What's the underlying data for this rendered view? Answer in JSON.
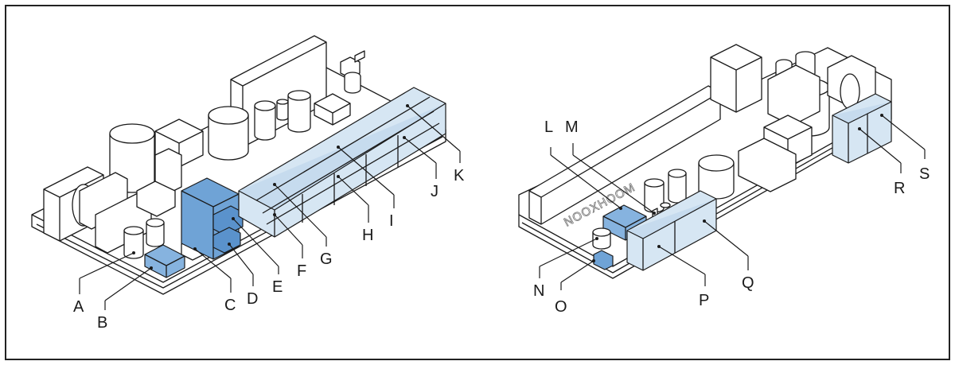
{
  "colors": {
    "highlight_light": "#d6e6f3",
    "highlight_medium": "#6fa3d6",
    "outline": "#1a1a1a",
    "background": "#ffffff"
  },
  "board_silkscreen": "NOOXHOOM",
  "left_board": {
    "callouts": [
      "A",
      "B",
      "C",
      "D",
      "E",
      "F",
      "G",
      "H",
      "I",
      "J",
      "K"
    ]
  },
  "right_board": {
    "callouts": [
      "L",
      "M",
      "N",
      "O",
      "P",
      "Q",
      "R",
      "S"
    ]
  }
}
